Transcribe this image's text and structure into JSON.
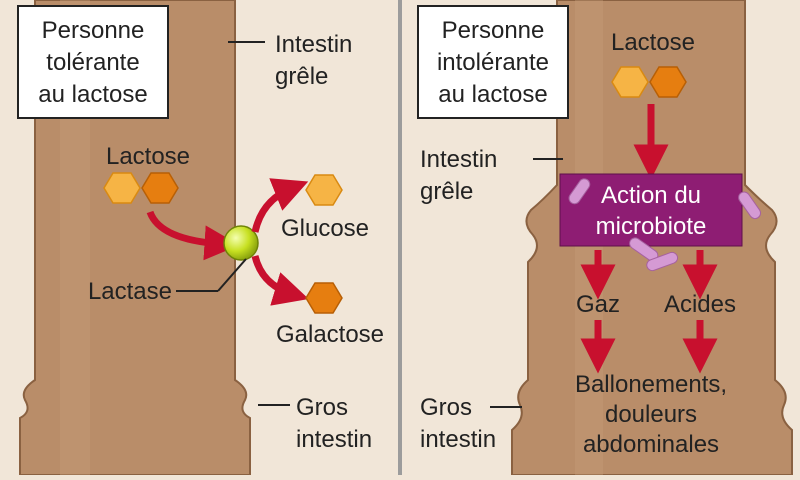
{
  "colors": {
    "background": "#f1e6d8",
    "intestine": "#b98d69",
    "intestine_edge": "#8a6141",
    "intestine_highlight": "#c9a07c",
    "arrow": "#c8102e",
    "microbiote_box": "#8e1d73",
    "lactase": "#c7e021",
    "hex_light": "#f6b445",
    "hex_dark": "#e67e10",
    "bacteria": "#d59ad4",
    "divider": "#9c9c9c"
  },
  "left_panel": {
    "title_line1": "Personne",
    "title_line2": "tolérante",
    "title_line3": "au lactose",
    "label_small_intestine_line1": "Intestin",
    "label_small_intestine_line2": "grêle",
    "lactose": "Lactose",
    "lactase": "Lactase",
    "glucose": "Glucose",
    "galactose": "Galactose",
    "label_large_intestine_line1": "Gros",
    "label_large_intestine_line2": "intestin"
  },
  "right_panel": {
    "title_line1": "Personne",
    "title_line2": "intolérante",
    "title_line3": "au lactose",
    "lactose": "Lactose",
    "label_small_intestine_line1": "Intestin",
    "label_small_intestine_line2": "grêle",
    "microbiote_line1": "Action du",
    "microbiote_line2": "microbiote",
    "gaz": "Gaz",
    "acides": "Acides",
    "symptoms_line1": "Ballonements,",
    "symptoms_line2": "douleurs",
    "symptoms_line3": "abdominales",
    "label_large_intestine_line1": "Gros",
    "label_large_intestine_line2": "intestin"
  }
}
